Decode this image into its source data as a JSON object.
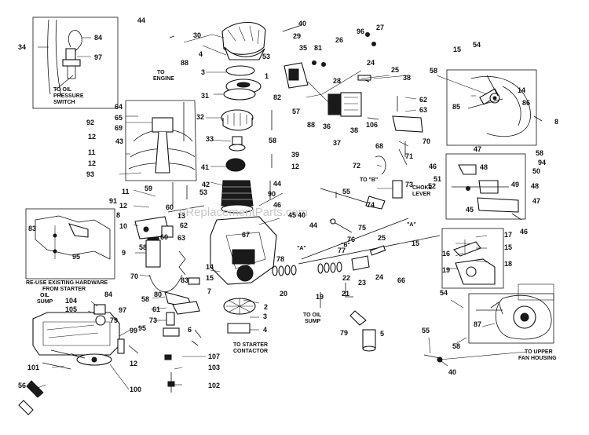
{
  "watermark": "eReplacementParts.com",
  "callouts": {
    "to_oil_pressure_switch": [
      "TO OIL",
      "PRESSURE",
      "SWITCH"
    ],
    "to_engine": [
      "TO",
      "ENGINE"
    ],
    "to_b": "TO \"B\"",
    "choke_lever": [
      "CHOKE",
      "LEVER"
    ],
    "re_use_hardware": [
      "RE-USE EXISTING HARDWARE",
      "FROM STARTER"
    ],
    "oil_sump_left": [
      "OIL",
      "SUMP"
    ],
    "to_oil_sump": [
      "TO OIL",
      "SUMP"
    ],
    "to_starter_contactor": [
      "TO STARTER",
      "CONTACTOR"
    ],
    "to_upper_fan_housing": [
      "TO UPPER",
      "FAN HOUSING"
    ],
    "ref_a1": "\"A\"",
    "ref_a2": "\"A\"",
    "ref_b": "\"B\""
  },
  "part_numbers": {
    "p44": "44",
    "p40a": "40",
    "p29": "29",
    "p96": "96",
    "p27": "27",
    "p30": "30",
    "p4a": "4",
    "p53a": "53",
    "p84a": "84",
    "p34": "34",
    "p97a": "97",
    "p3": "3",
    "p88a": "88",
    "p35": "35",
    "p81": "81",
    "p26": "26",
    "p54a": "54",
    "p15a": "15",
    "p1": "1",
    "p24a": "24",
    "p25a": "25",
    "p28": "28",
    "p58a": "58",
    "p14a": "14",
    "p38a": "38",
    "p31": "31",
    "p82": "82",
    "p62": "62",
    "p86": "86",
    "p85": "85",
    "p64": "64",
    "p63": "63",
    "p32": "32",
    "p57": "57",
    "p65": "65",
    "p92": "92",
    "p69": "69",
    "p88b": "88",
    "p36": "36",
    "p38b": "38",
    "p106": "106",
    "p8a": "8",
    "p12a": "12",
    "p33": "33",
    "p58b": "58",
    "p37": "37",
    "p70a": "70",
    "p43a": "43",
    "p58c": "58",
    "p68": "68",
    "p11a": "11",
    "p39": "39",
    "p47a": "47",
    "p94": "94",
    "p12b": "12",
    "p71": "71",
    "p12c": "12",
    "p41": "41",
    "p46a": "46",
    "p48a": "48",
    "p50": "50",
    "p93": "93",
    "p72": "72",
    "p51": "51",
    "p52": "52",
    "p42": "42",
    "p44b": "44",
    "p73": "73",
    "p49": "49",
    "p59": "59",
    "p53b": "53",
    "p90": "90",
    "p55a": "55",
    "p48b": "48",
    "p11b": "11",
    "p91": "91",
    "p12d": "12",
    "p46b": "46",
    "p47b": "47",
    "p45a": "45",
    "p60a": "60",
    "p74": "74",
    "p45b": "45",
    "p13": "13",
    "p8b": "8",
    "p40b": "40",
    "p44c": "44",
    "p10": "10",
    "p60b": "60",
    "p75": "75",
    "p46c": "46",
    "p83a": "83",
    "p67": "67",
    "p76": "76",
    "p25b": "25",
    "p17": "17",
    "p58d": "58",
    "p62b": "62",
    "p63b": "63",
    "p16": "16",
    "p15b": "15",
    "p9": "9",
    "p77": "77",
    "p18": "18",
    "p95a": "95",
    "p78": "78",
    "p70b": "70",
    "p83b": "83",
    "p14b": "14",
    "p15c": "15",
    "p19a": "19",
    "p66": "66",
    "p22": "22",
    "p23": "23",
    "p24b": "24",
    "p7": "7",
    "p20": "20",
    "p21": "21",
    "p19b": "19",
    "p58e": "58",
    "p80": "80",
    "p104": "104",
    "p84b": "84",
    "p105": "105",
    "p61": "61",
    "p54b": "54",
    "p97b": "97",
    "p2": "2",
    "p73b": "73",
    "p79a": "79",
    "p87": "87",
    "p3b": "3",
    "p6": "6",
    "p95b": "95",
    "p5": "5",
    "p4b": "4",
    "p99": "99",
    "p79b": "79",
    "p58f": "58",
    "p55b": "55",
    "p107": "107",
    "p101": "101",
    "p103": "103",
    "p12e": "12",
    "p40c": "40",
    "p56": "56",
    "p100": "100",
    "p102": "102"
  }
}
